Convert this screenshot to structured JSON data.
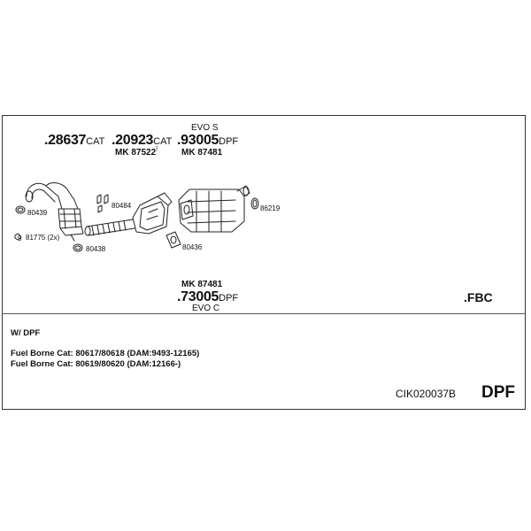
{
  "parts": {
    "p28637": {
      "number": ".28637",
      "suffix": "CAT"
    },
    "p20923": {
      "number": ".20923",
      "suffix": "CAT",
      "sub": "MK 87522",
      "mark": "!"
    },
    "p93005": {
      "number": ".93005",
      "suffix": "DPF",
      "top": "EVO S",
      "sub": "MK 87481"
    },
    "p73005": {
      "number": ".73005",
      "suffix": "DPF",
      "top": "MK 87481",
      "sub": "EVO C"
    },
    "fbc": ".FBC"
  },
  "callouts": {
    "c80439": "80439",
    "c81775": "81775 (2x)",
    "c81775_mark": "9",
    "c80438": "80438",
    "c80484": "80484",
    "c80436": "80436",
    "c86219": "86219"
  },
  "notes": {
    "w_dpf": "W/ DPF",
    "line1": "Fuel Borne Cat: 80617/80618 (DAM:9493-12165)",
    "line2": "Fuel Borne Cat: 80619/80620 (DAM:12166-)"
  },
  "footer": {
    "code": "CIK020037B",
    "type": "DPF"
  }
}
